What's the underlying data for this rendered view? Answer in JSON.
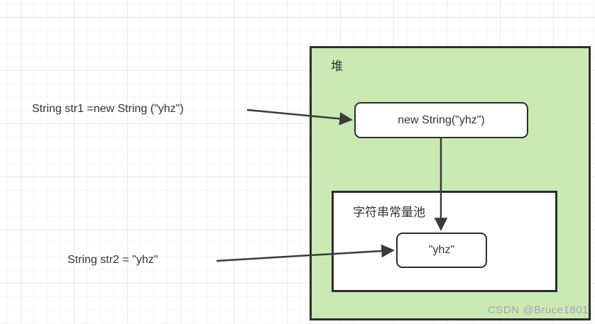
{
  "diagram": {
    "heap": {
      "label": "堆"
    },
    "pool": {
      "label": "字符串常量池"
    },
    "nodes": {
      "new_string": "new String(\"yhz\")",
      "pool_string": "\"yhz\""
    },
    "code_labels": {
      "str1": "String str1 =new String (\"yhz\")",
      "str2": "String str2 = \"yhz\""
    },
    "watermark": "CSDN @Bruce1801"
  },
  "colors": {
    "heap_fill": "#cbe9b3",
    "stroke": "#2d2d2d",
    "arrow": "#3b3b3b",
    "watermark_text": "#9e9e9e",
    "grid_minor": "#f4f4f4",
    "grid_major": "#e8e8e8",
    "node_fill": "#ffffff"
  }
}
